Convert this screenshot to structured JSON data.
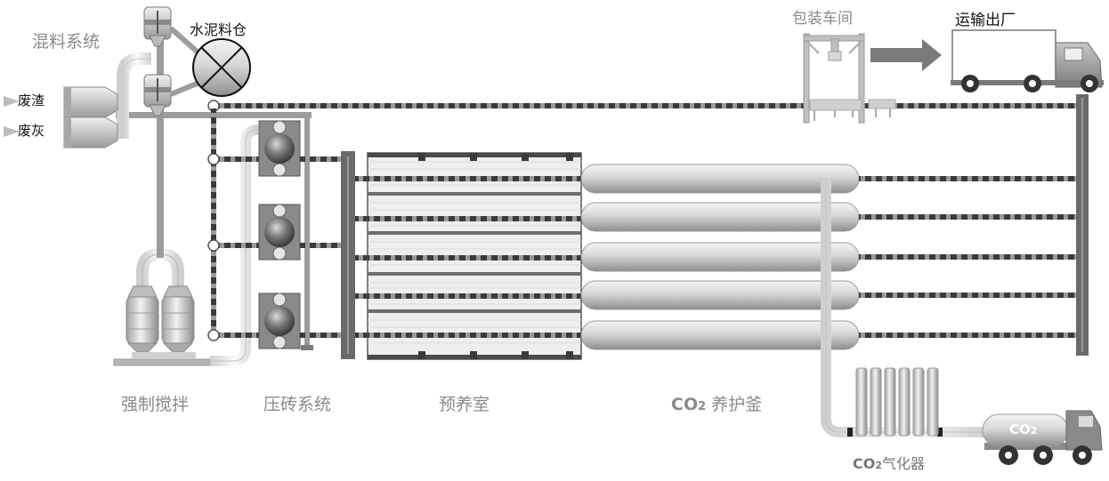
{
  "labels": {
    "mixing_system": "混料系统",
    "cement_silo": "水泥料仓",
    "waste_slag": "废渣",
    "fly_ash": "废灰",
    "forced_mixing": "强制搅拌",
    "pressing_system": "压砖系统",
    "precuring_room": "预养室",
    "co2_curing_prefix": "CO",
    "co2_curing_sub": "2",
    "co2_curing_suffix": " 养护釜",
    "packaging_workshop": "包装车间",
    "transport_out": "运输出厂",
    "co2_vaporizer_prefix": "CO",
    "co2_vaporizer_sub": "2",
    "co2_vaporizer_suffix": "气化器",
    "tanker_prefix": "CO",
    "tanker_sub": "2"
  },
  "colors": {
    "label_gray": "#8a8a8a",
    "rail_dark": "#3a3a3a",
    "pipe_gray": "#9c9c9c",
    "vessel_light": "#e6e6e6",
    "vessel_dark": "#8c8c8c"
  }
}
